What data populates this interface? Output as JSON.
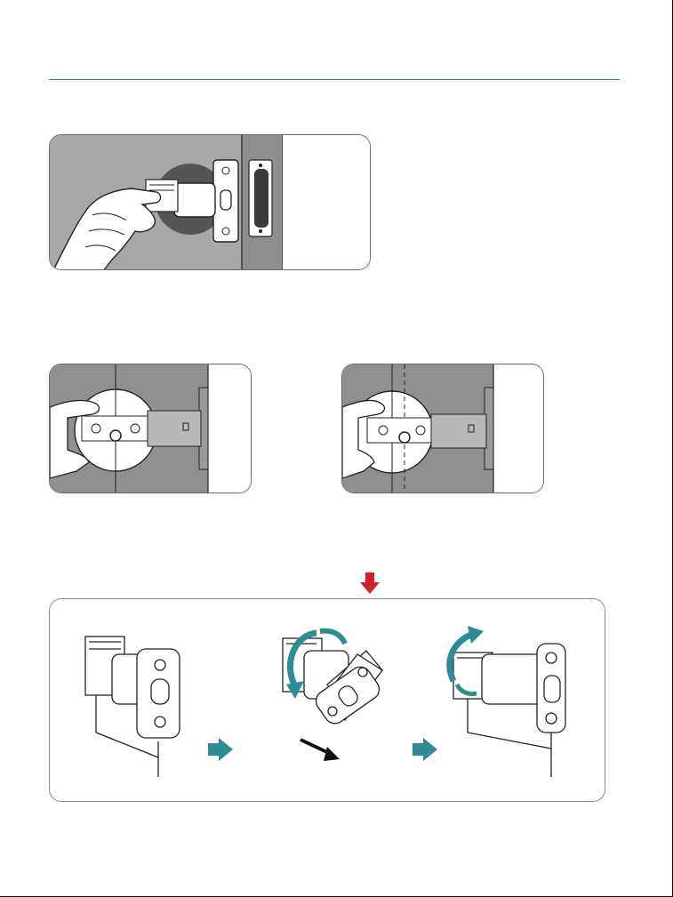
{
  "colors": {
    "accent": "#1a8f97",
    "teal_arrow": "#2d8c94",
    "red_arrow": "#d4202e",
    "door_gray": "#a3a3a5",
    "edge_gray": "#8c8c8e"
  },
  "illustrations": [
    {
      "id": "install-latch-hand",
      "depicts": "hand-inserting-latch-into-door"
    },
    {
      "id": "latch-centered",
      "depicts": "latch-hole-centered-view"
    },
    {
      "id": "latch-offset",
      "depicts": "latch-hole-offset-view"
    },
    {
      "id": "latch-adjust-sequence",
      "depicts": "rotate-and-extend-latch-sequence"
    }
  ],
  "icons": [
    "arrow-down-icon",
    "arrow-right-icon",
    "rotate-arrow-icon",
    "pull-arrow-icon"
  ]
}
